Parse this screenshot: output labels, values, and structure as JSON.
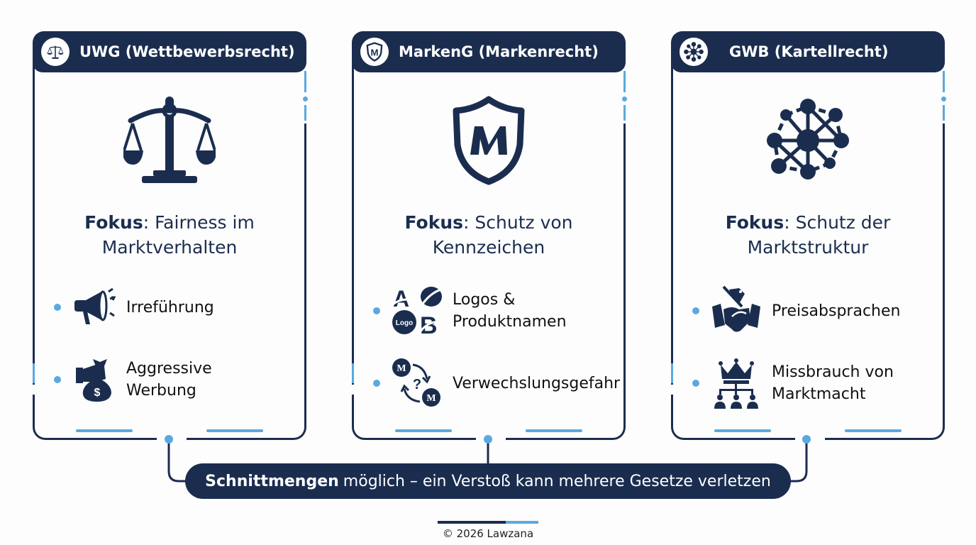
{
  "colors": {
    "navy": "#1b2d4f",
    "accent": "#5aa9de",
    "background": "#fdfdfd"
  },
  "cards": [
    {
      "title": "UWG (Wettbewerbsrecht)",
      "header_icon": "scales-icon",
      "hero_icon": "scales-of-justice-icon",
      "focus_label": "Fokus",
      "focus_text": ": Fairness im",
      "focus_text2": "Marktverhalten",
      "items": [
        {
          "icon": "megaphone-icon",
          "label": "Irreführung",
          "label2": ""
        },
        {
          "icon": "money-bag-hand-icon",
          "label": "Aggressive",
          "label2": "Werbung"
        }
      ]
    },
    {
      "title": "MarkenG (Markenrecht)",
      "header_icon": "shield-m-icon",
      "hero_icon": "shield-m-icon",
      "focus_label": "Fokus",
      "focus_text": ": Schutz von",
      "focus_text2": "Kennzeichen",
      "items": [
        {
          "icon": "logos-icon",
          "label": "Logos &",
          "label2": "Produktnamen",
          "logo_badge": "Logo"
        },
        {
          "icon": "confusion-icon",
          "label": "Verwechslungsgefahr",
          "label2": ""
        }
      ]
    },
    {
      "title": "GWB (Kartellrecht)",
      "header_icon": "network-icon",
      "hero_icon": "network-icon",
      "focus_label": "Fokus",
      "focus_text": ": Schutz der",
      "focus_text2": "Marktstruktur",
      "items": [
        {
          "icon": "handshake-price-tag-icon",
          "label": "Preisabsprachen",
          "label2": ""
        },
        {
          "icon": "crown-hierarchy-icon",
          "label": "Missbrauch von",
          "label2": "Marktmacht"
        }
      ]
    }
  ],
  "summary": {
    "bold": "Schnittmengen",
    "text": "möglich – ein Verstoß kann mehrere Gesetze verletzen"
  },
  "footer": {
    "copyright": "© 2026 Lawzana"
  }
}
